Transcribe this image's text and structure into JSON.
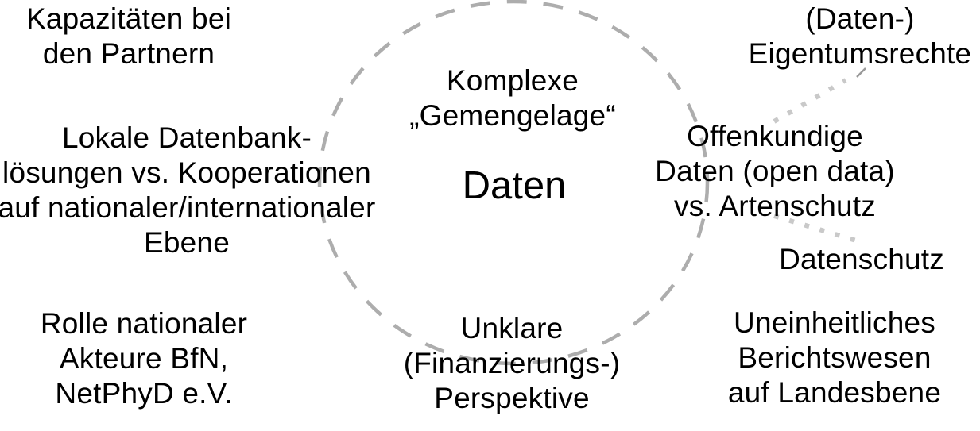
{
  "colors": {
    "background": "#ffffff",
    "text": "#000000",
    "circle_dash": "#adadad",
    "dotted_connector": "#c9c9c9",
    "tick": "#999999"
  },
  "center": {
    "label": {
      "lines": [
        "Komplexe",
        "„Gemengelage“"
      ]
    },
    "term": "Daten"
  },
  "topics": {
    "top_left": {
      "lines": [
        "Kapazitäten bei",
        "den Partnern"
      ]
    },
    "mid_left": {
      "lines": [
        "Lokale Datenbank-",
        "lösungen vs. Kooperationen",
        "auf nationaler/internationaler",
        "Ebene"
      ]
    },
    "bottom_left": {
      "lines": [
        "Rolle nationaler",
        "Akteure BfN,",
        "NetPhyD e.V."
      ]
    },
    "top_right": {
      "lines": [
        "(Daten-)",
        "Eigentumsrechte"
      ]
    },
    "mid_right": {
      "lines": [
        "Offenkundige",
        "Daten (open data)",
        "vs. Artenschutz"
      ]
    },
    "right_lower": {
      "lines": [
        "Datenschutz"
      ]
    },
    "bottom_center": {
      "lines": [
        "Unklare",
        "(Finanzierungs-)",
        "Perspektive"
      ]
    },
    "bottom_right": {
      "lines": [
        "Uneinheitliches",
        "Berichtswesen",
        "auf Landesbene"
      ]
    }
  }
}
